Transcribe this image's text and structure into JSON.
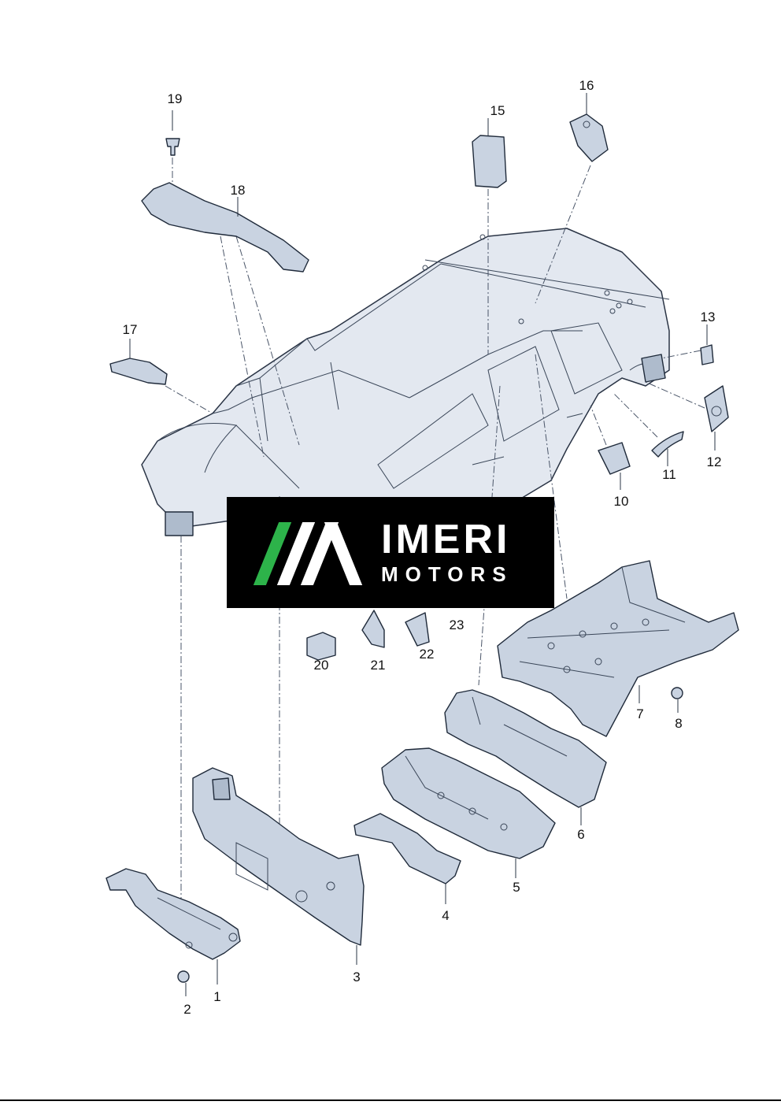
{
  "callouts": {
    "c1": "1",
    "c2": "2",
    "c3": "3",
    "c4": "4",
    "c5": "5",
    "c6": "6",
    "c7": "7",
    "c8": "8",
    "c10": "10",
    "c11": "11",
    "c12": "12",
    "c13": "13",
    "c15": "15",
    "c16": "16",
    "c17": "17",
    "c18": "18",
    "c19": "19",
    "c20": "20",
    "c21": "21",
    "c22": "22",
    "c23": "23"
  },
  "logo": {
    "word1": "IMERI",
    "word2": "MOTORS",
    "bar_colors": [
      "#2db34a",
      "#ffffff",
      "#ffffff",
      "#ffffff"
    ]
  },
  "colors": {
    "part_fill": "#c9d3e1",
    "body_fill": "#e3e8f0",
    "line": "#1f2a3a",
    "logo_bg": "#000000"
  }
}
